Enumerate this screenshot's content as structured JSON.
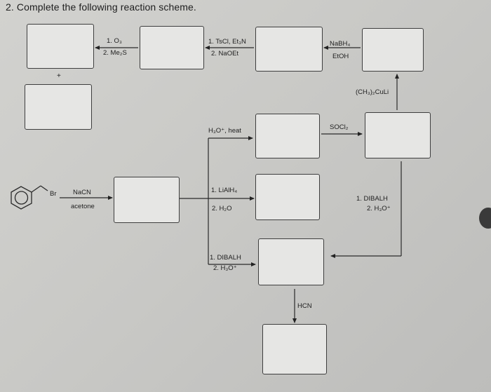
{
  "question": {
    "title": "2. Complete the following reaction scheme."
  },
  "reagents": {
    "ozonolysis": {
      "line1": "1. O₃",
      "line2": "2. Me₂S"
    },
    "tosylation_elimination": {
      "line1": "1. TsCl, Et₃N",
      "line2": "2. NaOEt"
    },
    "borohydride": {
      "line1": "NaBH₄",
      "line2": "EtOH"
    },
    "gilman": {
      "line1": "(CH₃)₂CuLi"
    },
    "hydrolysis": {
      "line1": "H₃O⁺, heat"
    },
    "thionyl": {
      "line1": "SOCl₂"
    },
    "cyanide": {
      "line1": "NaCN",
      "line2": "acetone"
    },
    "lah": {
      "line1": "1. LiAlH₄",
      "line2": "2. H₂O"
    },
    "dibalh_right": {
      "line1": "1. DIBALH",
      "line2": "2. H₃O⁺"
    },
    "dibalh_center": {
      "line1": "1. DIBALH",
      "line2": "2. H₃O⁺"
    },
    "hcn": {
      "line1": "HCN"
    }
  },
  "starting_material": {
    "leaving_group": "Br"
  },
  "plus_sign": "+"
}
